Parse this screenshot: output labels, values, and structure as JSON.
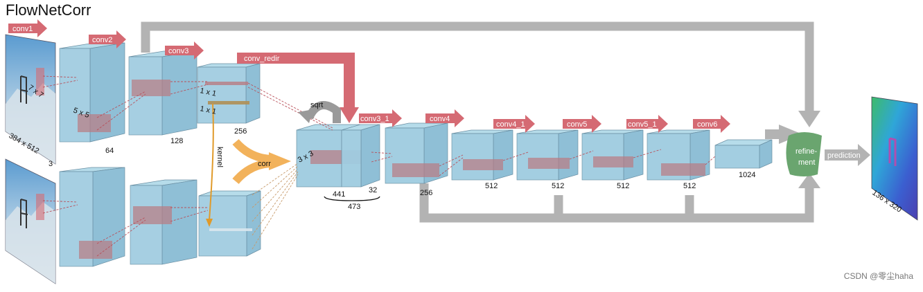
{
  "title": "FlowNetCorr",
  "watermark": "CSDN @零尘haha",
  "ops": {
    "conv1": "conv1",
    "conv2": "conv2",
    "conv3": "conv3",
    "conv_redir": "conv_redir",
    "conv3_1": "conv3_1",
    "conv4": "conv4",
    "conv4_1": "conv4_1",
    "conv5": "conv5",
    "conv5_1": "conv5_1",
    "conv6": "conv6",
    "corr": "corr",
    "sqrt": "sqrt",
    "kernel": "kernel",
    "refinement_line1": "refine-",
    "refinement_line2": "ment",
    "prediction": "prediction"
  },
  "labels": {
    "input_size": "384 x 512",
    "input_channels": "3",
    "k7": "7 x 7",
    "k5": "5 x 5",
    "c64": "64",
    "c128": "128",
    "k1a": "1 x 1",
    "k1b": "1 x 1",
    "c256_top": "256",
    "k3": "3 x 3",
    "c441": "441",
    "c32": "32",
    "c473": "473",
    "c256": "256",
    "c512_a": "512",
    "c512_b": "512",
    "c512_c": "512",
    "c512_d": "512",
    "c1024": "1024",
    "output_size": "136 x 320"
  },
  "colors": {
    "block_front": "#9fcce0",
    "block_side": "#8fbfd6",
    "block_top": "#b6dcea",
    "block_stroke": "#6a8fa3",
    "op_arrow": "#d56a73",
    "skip": "#b3b3b3",
    "corr_arrow": "#f2b25b",
    "kernel_line": "#e09a2a",
    "refinement": "#6aa56f",
    "feature_patch": "#b97b82"
  }
}
